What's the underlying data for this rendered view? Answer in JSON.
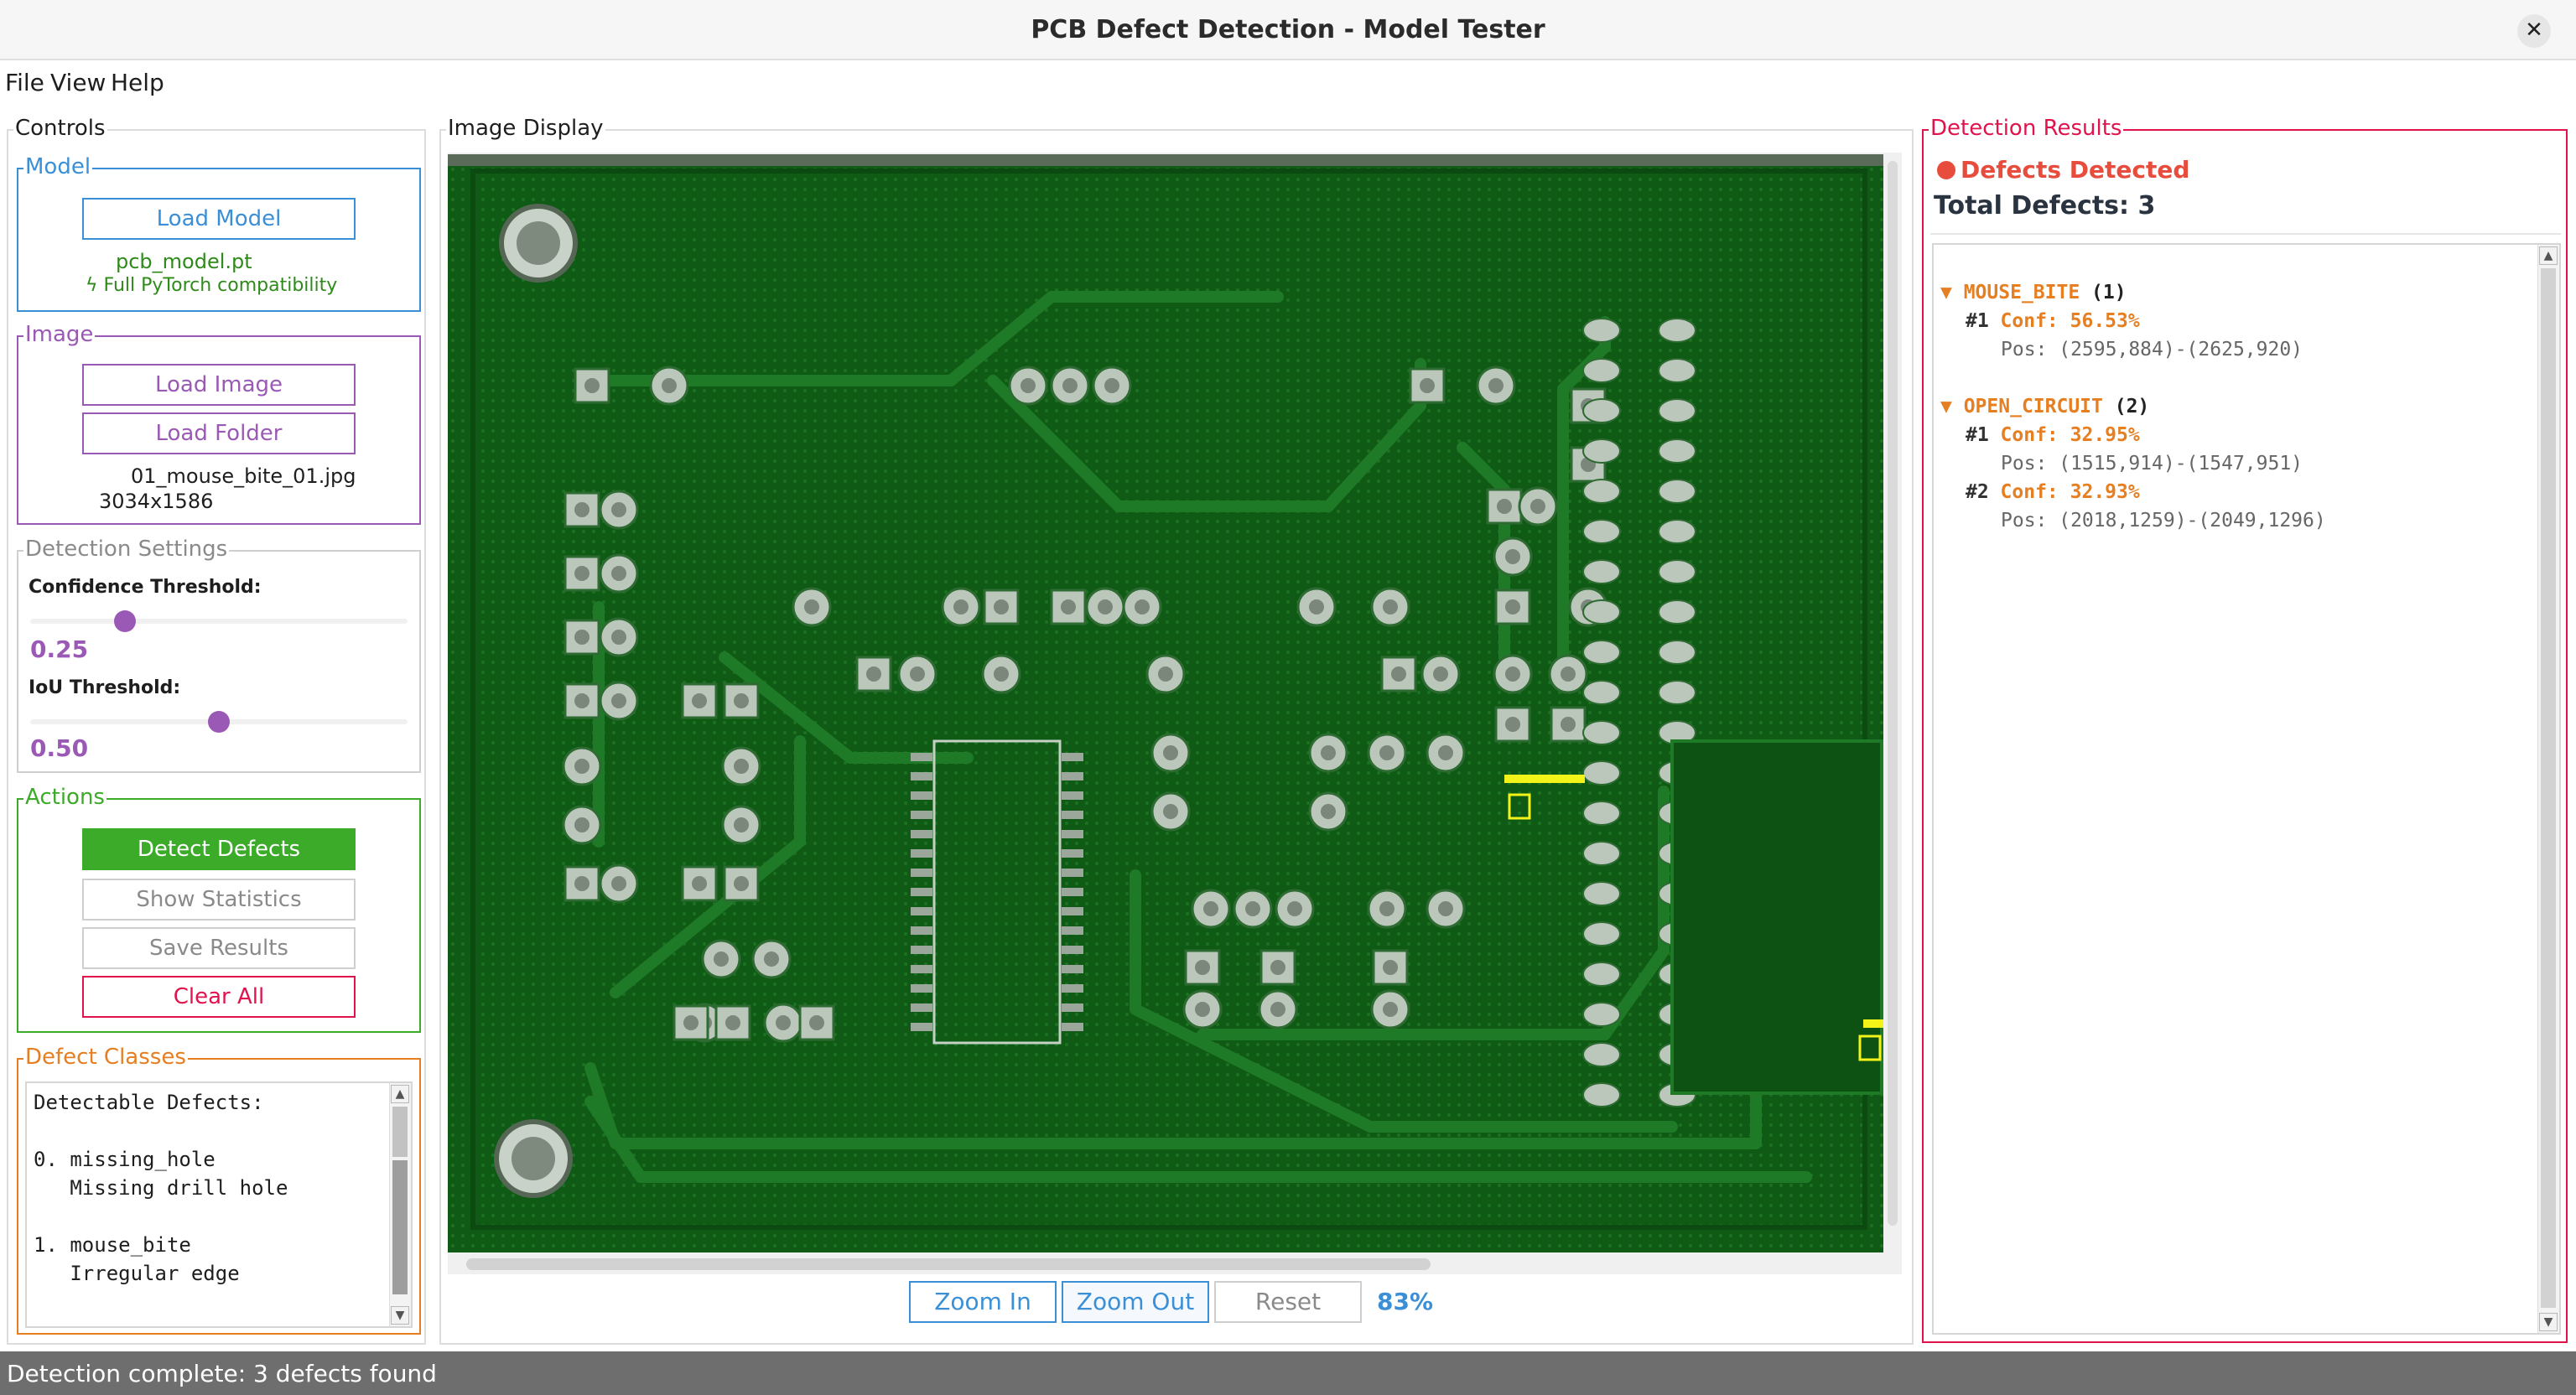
{
  "window": {
    "title": "PCB Defect Detection - Model Tester",
    "close_glyph": "✕"
  },
  "menu": {
    "file": "File",
    "view": "View",
    "help": "Help"
  },
  "controls": {
    "title": "Controls",
    "model": {
      "title": "Model",
      "load_button": "Load Model",
      "file_name": "pcb_model.pt",
      "compat": "ϟ Full PyTorch compatibility"
    },
    "image": {
      "title": "Image",
      "load_image_button": "Load Image",
      "load_folder_button": "Load Folder",
      "file_name": "01_mouse_bite_01.jpg",
      "dimensions": "3034x1586"
    },
    "detection_settings": {
      "title": "Detection Settings",
      "confidence_label": "Confidence Threshold:",
      "confidence_value": "0.25",
      "confidence_level": 0.25,
      "iou_label": "IoU Threshold:",
      "iou_value": "0.50",
      "iou_level": 0.5
    },
    "actions": {
      "title": "Actions",
      "detect": "Detect Defects",
      "stats": "Show Statistics",
      "save": "Save Results",
      "clear": "Clear All"
    },
    "defect_classes": {
      "title": "Defect Classes",
      "lines": [
        "Detectable Defects:",
        "",
        "0. missing_hole",
        "   Missing drill hole",
        "",
        "1. mouse_bite",
        "   Irregular edge"
      ]
    }
  },
  "image_display": {
    "title": "Image Display",
    "zoom_in": "Zoom In",
    "zoom_out": "Zoom Out",
    "reset": "Reset",
    "zoom_level": "83%"
  },
  "results": {
    "title": "Detection Results",
    "status": "Defects Detected",
    "total": "Total Defects: 3",
    "classes": [
      {
        "name": "MOUSE_BITE",
        "count": "(1)",
        "items": [
          {
            "index": "#1",
            "conf": "Conf: 56.53%",
            "pos": "Pos: (2595,884)-(2625,920)"
          }
        ]
      },
      {
        "name": "OPEN_CIRCUIT",
        "count": "(2)",
        "items": [
          {
            "index": "#1",
            "conf": "Conf: 32.95%",
            "pos": "Pos: (1515,914)-(1547,951)"
          },
          {
            "index": "#2",
            "conf": "Conf: 32.93%",
            "pos": "Pos: (2018,1259)-(2049,1296)"
          }
        ]
      }
    ]
  },
  "statusbar": {
    "message": "Detection complete: 3 defects found"
  },
  "colors": {
    "model": "#3b8fd6",
    "image": "#9b59b6",
    "actions": "#3cab2a",
    "defects": "#e67e22",
    "results": "#e0134d",
    "detect_bg": "#3cab2a",
    "clear": "#e0134d",
    "pcb": "#0f5a14",
    "marker": "#f3f31a"
  }
}
